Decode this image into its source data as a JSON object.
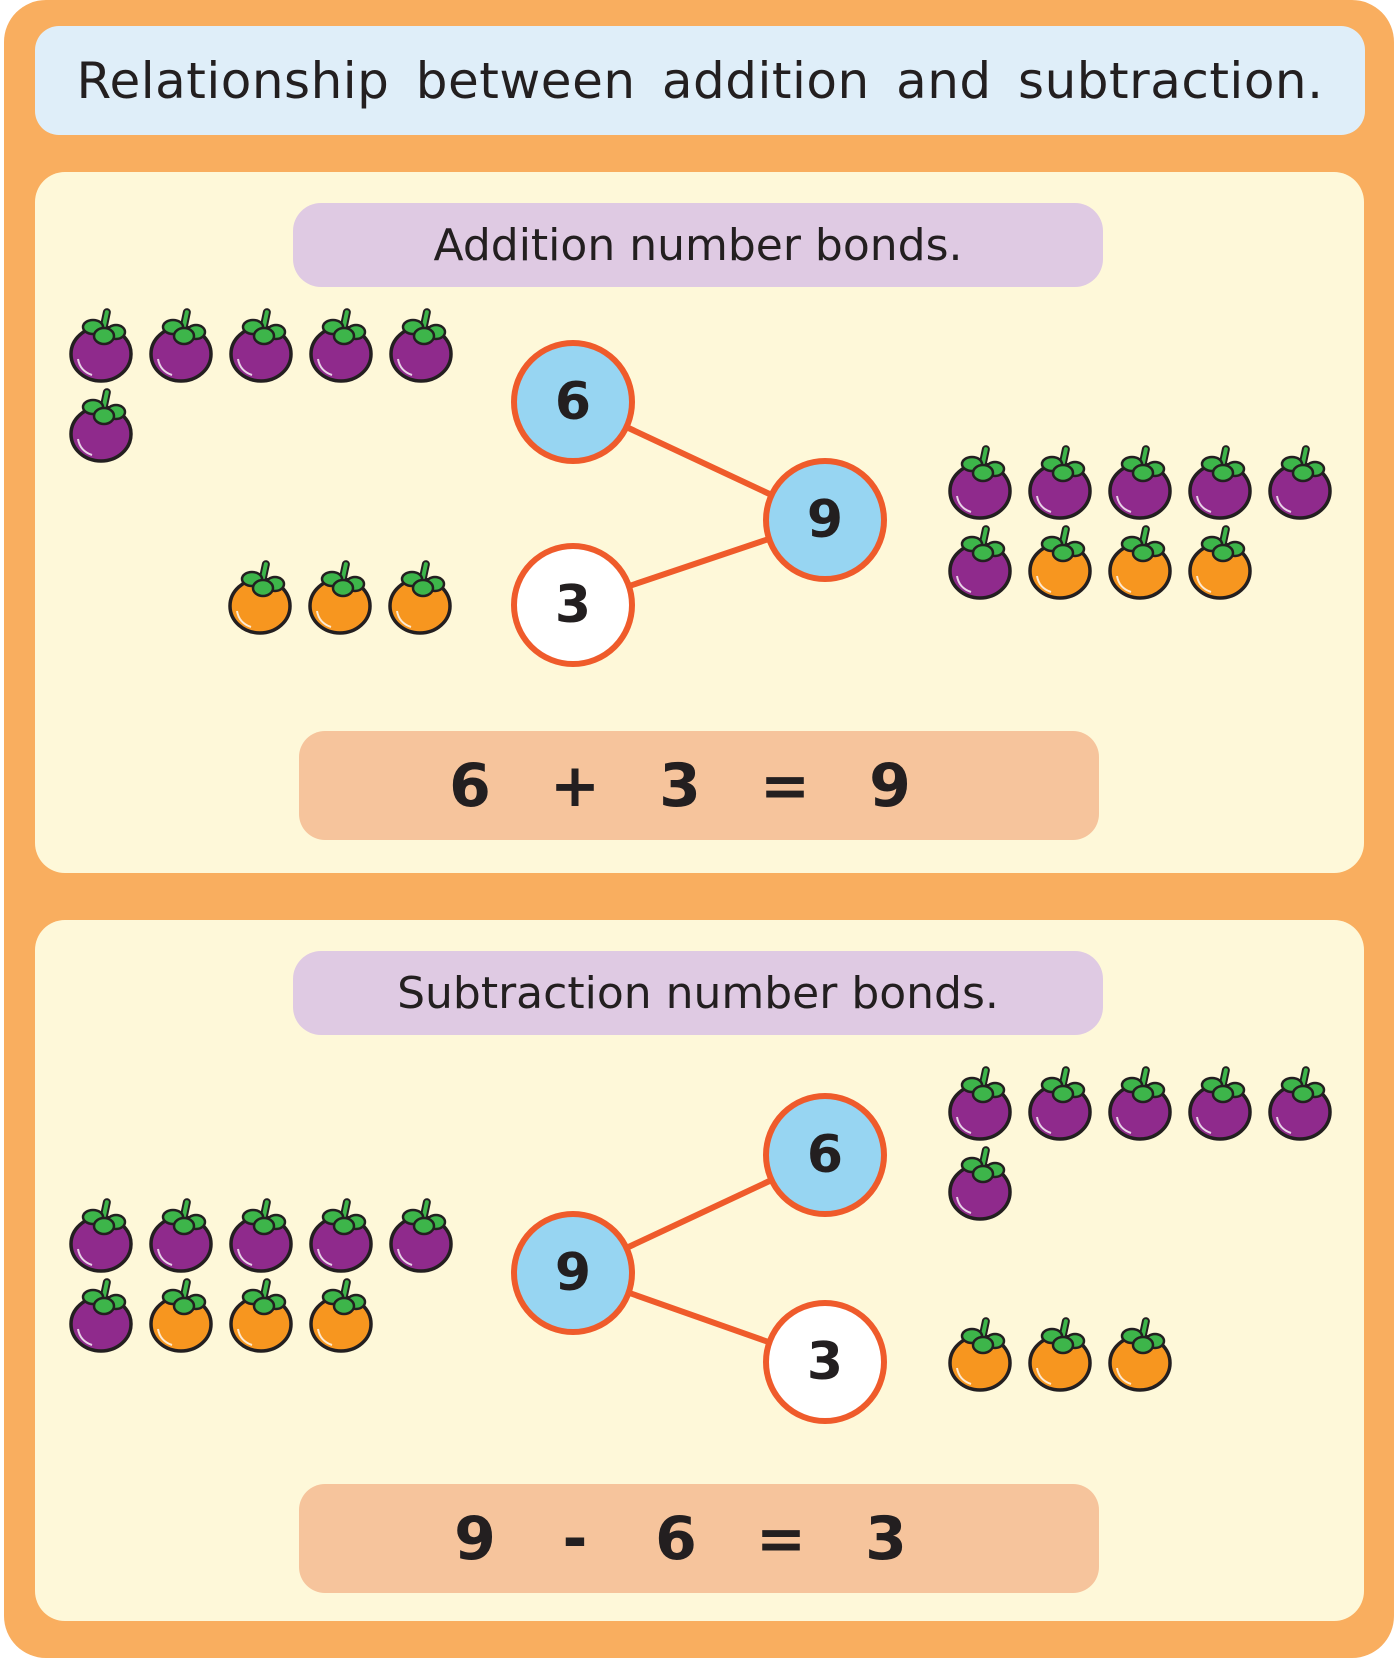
{
  "title": "Relationship between addition and subtraction.",
  "colors": {
    "frame": "#F9AE5F",
    "title_bg": "#DFEEF9",
    "panel_bg": "#FEF8D9",
    "heading_bg": "#DFCAE3",
    "equation_bg": "#F6C49C",
    "bond_line": "#EF5B2B",
    "bond_fill_known": "#97D5F2",
    "bond_fill_result": "#FFFFFF",
    "mangosteen": "#8F2A8C",
    "orange": "#F7961F",
    "leaf": "#3DB54A"
  },
  "sections": [
    {
      "heading": "Addition number bonds.",
      "bond": {
        "whole": "9",
        "part_a": "6",
        "part_b": "3",
        "layout": "parts-left-whole-right"
      },
      "fruit_groups": [
        {
          "name": "part-a-fruits",
          "items": [
            "mangosteen",
            "mangosteen",
            "mangosteen",
            "mangosteen",
            "mangosteen",
            "mangosteen"
          ]
        },
        {
          "name": "part-b-fruits",
          "items": [
            "orange",
            "orange",
            "orange"
          ]
        },
        {
          "name": "whole-fruits",
          "items": [
            "mangosteen",
            "mangosteen",
            "mangosteen",
            "mangosteen",
            "mangosteen",
            "mangosteen",
            "orange",
            "orange",
            "orange"
          ]
        }
      ],
      "equation": [
        "6",
        "+",
        "3",
        "=",
        "9"
      ]
    },
    {
      "heading": "Subtraction number bonds.",
      "bond": {
        "whole": "9",
        "part_a": "6",
        "part_b": "3",
        "layout": "whole-left-parts-right"
      },
      "fruit_groups": [
        {
          "name": "whole-fruits",
          "items": [
            "mangosteen",
            "mangosteen",
            "mangosteen",
            "mangosteen",
            "mangosteen",
            "mangosteen",
            "orange",
            "orange",
            "orange"
          ]
        },
        {
          "name": "part-a-fruits",
          "items": [
            "mangosteen",
            "mangosteen",
            "mangosteen",
            "mangosteen",
            "mangosteen",
            "mangosteen"
          ]
        },
        {
          "name": "part-b-fruits",
          "items": [
            "orange",
            "orange",
            "orange"
          ]
        }
      ],
      "equation": [
        "9",
        "-",
        "6",
        "=",
        "3"
      ]
    }
  ]
}
